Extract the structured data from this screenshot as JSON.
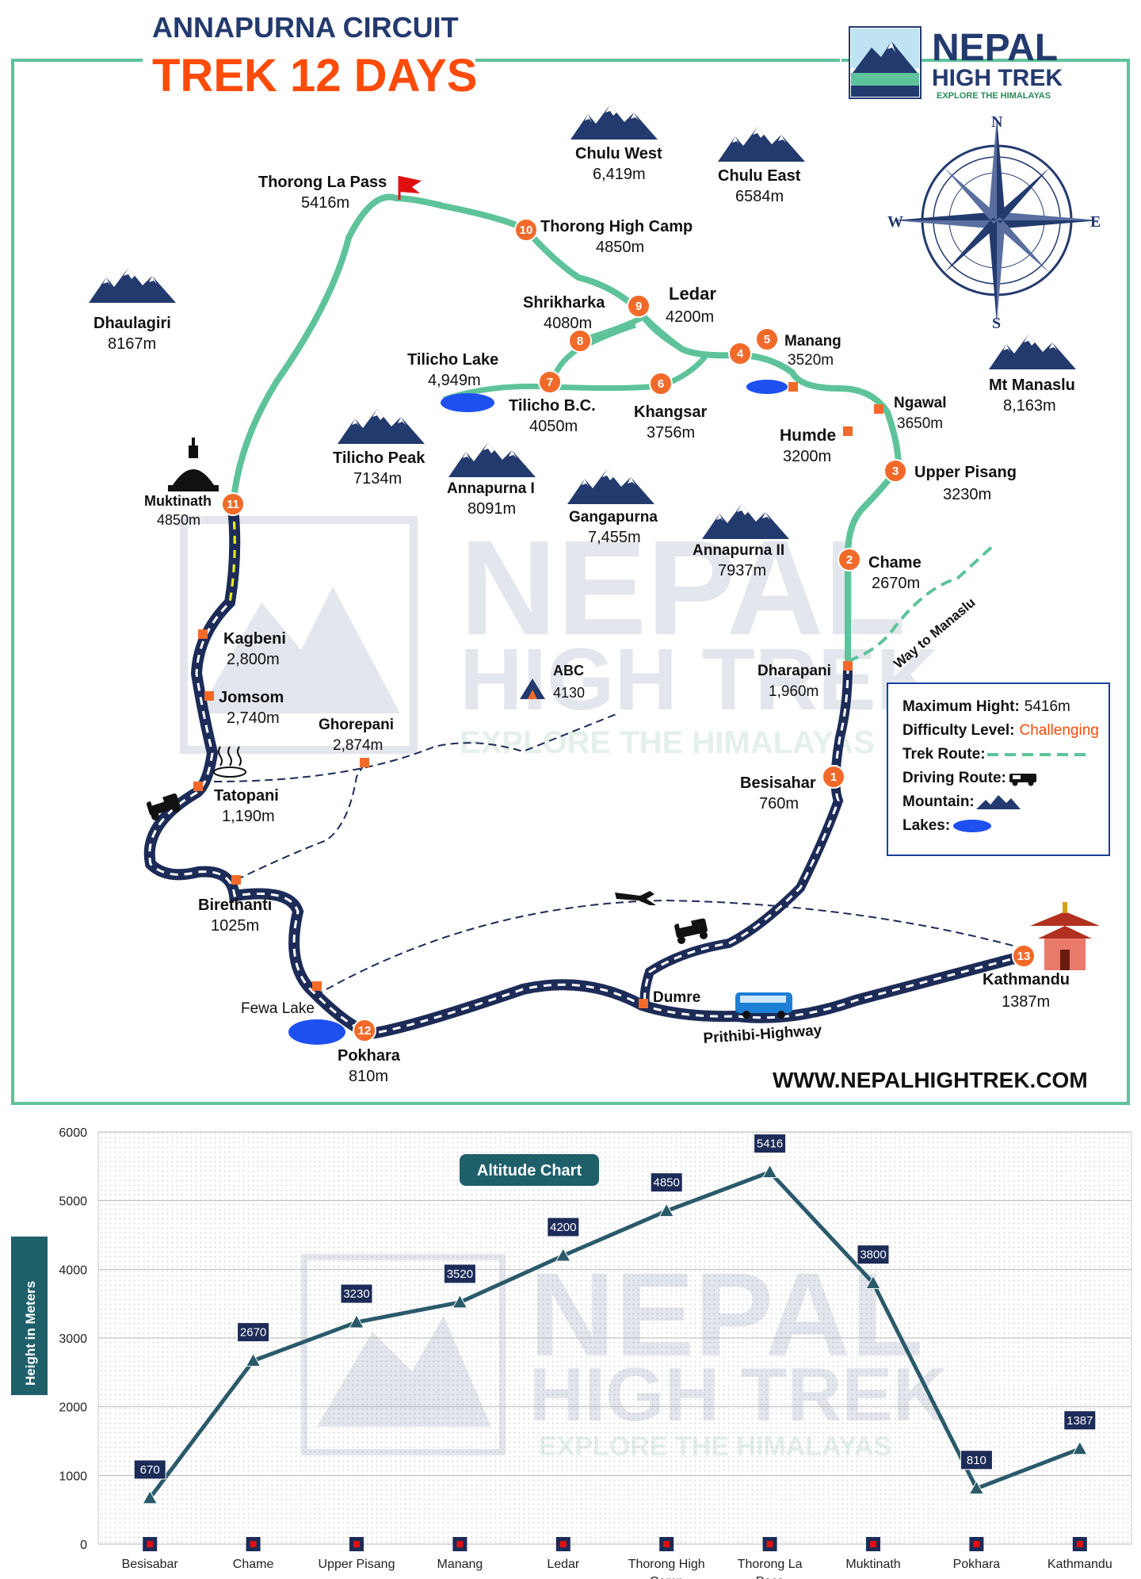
{
  "header": {
    "line1": "ANNAPURNA CIRCUIT",
    "line2": "TREK 12 DAYS"
  },
  "logo": {
    "name_line1": "NEPAL",
    "name_line2": "HIGH TREK",
    "tagline": "EXPLORE THE HIMALAYAS"
  },
  "compass": {
    "n": "N",
    "s": "S",
    "e": "E",
    "w": "W"
  },
  "mountains": [
    {
      "name": "Chulu West",
      "height": "6,419m"
    },
    {
      "name": "Chulu East",
      "height": "6584m"
    },
    {
      "name": "Dhaulagiri",
      "height": "8167m"
    },
    {
      "name": "Tilicho Peak",
      "height": "7134m"
    },
    {
      "name": "Annapurna I",
      "height": "8091m"
    },
    {
      "name": "Gangapurna",
      "height": "7,455m"
    },
    {
      "name": "Annapurna II",
      "height": "7937m"
    },
    {
      "name": "Mt Manaslu",
      "height": "8,163m"
    }
  ],
  "stops": [
    {
      "num": "1",
      "name": "Besisahar",
      "alt": "760m"
    },
    {
      "num": "2",
      "name": "Chame",
      "alt": "2670m"
    },
    {
      "num": "3",
      "name": "Upper Pisang",
      "alt": "3230m"
    },
    {
      "num": "4",
      "name": "",
      "alt": ""
    },
    {
      "num": "5",
      "name": "Manang",
      "alt": "3520m"
    },
    {
      "num": "6",
      "name": "Khangsar",
      "alt": "3756m"
    },
    {
      "num": "7",
      "name": "Tilicho B.C.",
      "alt": "4050m"
    },
    {
      "num": "8",
      "name": "Shrikharka",
      "alt": "4080m"
    },
    {
      "num": "9",
      "name": "Ledar",
      "alt": "4200m"
    },
    {
      "num": "10",
      "name": "Thorong High Camp",
      "alt": "4850m"
    },
    {
      "num": "11",
      "name": "Muktinath",
      "alt": "4850m"
    },
    {
      "num": "12",
      "name": "Pokhara",
      "alt": "810m"
    },
    {
      "num": "13",
      "name": "Kathmandu",
      "alt": "1387m"
    }
  ],
  "places": [
    {
      "name": "Thorong La Pass",
      "alt": "5416m"
    },
    {
      "name": "Tilicho Lake",
      "alt": "4,949m"
    },
    {
      "name": "Humde",
      "alt": "3200m"
    },
    {
      "name": "Ngawal",
      "alt": "3650m"
    },
    {
      "name": "Dharapani",
      "alt": "1,960m"
    },
    {
      "name": "Kagbeni",
      "alt": "2,800m"
    },
    {
      "name": "Jomsom",
      "alt": "2,740m"
    },
    {
      "name": "Ghorepani",
      "alt": "2,874m"
    },
    {
      "name": "Tatopani",
      "alt": "1,190m"
    },
    {
      "name": "Birethanti",
      "alt": "1025m"
    },
    {
      "name": "ABC",
      "alt": "4130"
    },
    {
      "name": "Fewa Lake",
      "alt": ""
    },
    {
      "name": "Dumre",
      "alt": ""
    },
    {
      "name": "Prithibi-Highway",
      "alt": ""
    },
    {
      "name": "Way to Manaslu",
      "alt": ""
    }
  ],
  "legend": {
    "max_label": "Maximum Hight:",
    "max_value": "5416m",
    "difficulty_label": "Difficulty Level:",
    "difficulty_value": "Challenging",
    "trek_label": "Trek Route:",
    "drive_label": "Driving Route:",
    "mountain_label": "Mountain:",
    "lakes_label": "Lakes:"
  },
  "website": "WWW.NEPALHIGHTREK.COM",
  "colors": {
    "route_green": "#5ec39a",
    "route_navy": "#1c2b57",
    "marker_orange": "#f26a2a",
    "mountain": "#233a6e",
    "lake": "#1e50f0",
    "line_chart": "#2a5a6a"
  },
  "chart_data": {
    "type": "line",
    "title": "Altitude Chart",
    "ylabel": "Height in Meters",
    "xlabel": "",
    "categories": [
      "Besisabar",
      "Chame",
      "Upper Pisang",
      "Manang",
      "Ledar",
      "Thorong High Camp",
      "Thorong La Pass",
      "Muktinath",
      "Pokhara",
      "Kathmandu"
    ],
    "values": [
      670,
      2670,
      3230,
      3520,
      4200,
      4850,
      5416,
      3800,
      810,
      1387
    ],
    "ylim": [
      0,
      6000
    ],
    "yticks": [
      "0",
      "1000",
      "2000",
      "3000",
      "4000",
      "5000",
      "6000"
    ],
    "grid": true
  }
}
